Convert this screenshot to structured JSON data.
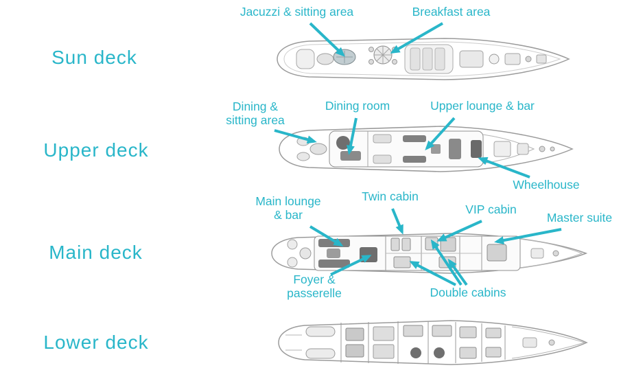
{
  "colors": {
    "accent": "#29b6c9",
    "hull": "#9b9b9b"
  },
  "decks": [
    {
      "id": "sun-deck",
      "name": "Sun deck",
      "annotations": [
        {
          "id": "jacuzzi-sitting-area",
          "text": "Jacuzzi & sitting area"
        },
        {
          "id": "breakfast-area",
          "text": "Breakfast area"
        }
      ]
    },
    {
      "id": "upper-deck",
      "name": "Upper deck",
      "annotations": [
        {
          "id": "dining-sitting-area",
          "text": "Dining & sitting area"
        },
        {
          "id": "dining-room",
          "text": "Dining room"
        },
        {
          "id": "upper-lounge-bar",
          "text": "Upper lounge & bar"
        },
        {
          "id": "wheelhouse",
          "text": "Wheelhouse"
        }
      ]
    },
    {
      "id": "main-deck",
      "name": "Main deck",
      "annotations": [
        {
          "id": "main-lounge-bar",
          "text": "Main lounge & bar"
        },
        {
          "id": "twin-cabin",
          "text": "Twin cabin"
        },
        {
          "id": "vip-cabin",
          "text": "VIP cabin"
        },
        {
          "id": "master-suite",
          "text": "Master suite"
        },
        {
          "id": "foyer-passerelle",
          "text": "Foyer & passerelle"
        },
        {
          "id": "double-cabins",
          "text": "Double cabins"
        }
      ]
    },
    {
      "id": "lower-deck",
      "name": "Lower deck",
      "annotations": []
    }
  ]
}
